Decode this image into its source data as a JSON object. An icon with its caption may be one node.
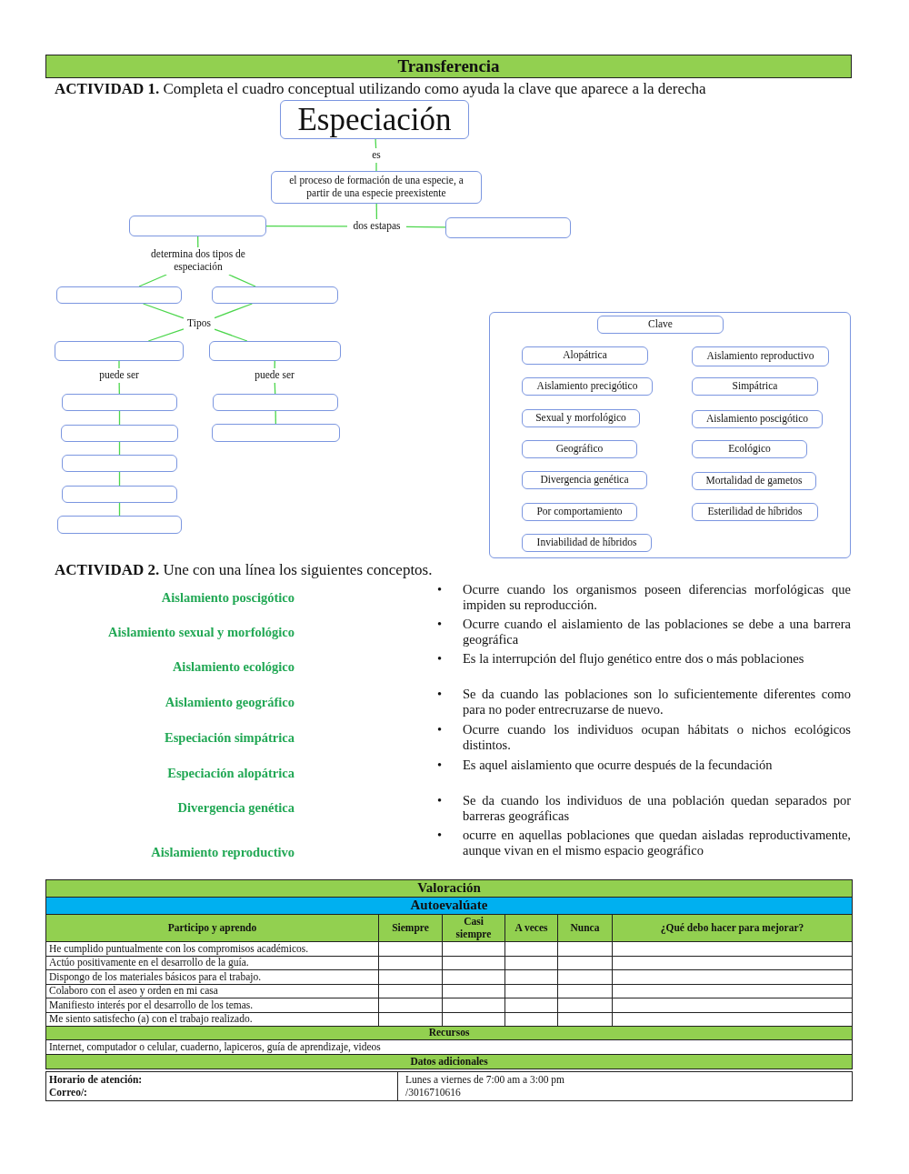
{
  "diagram": {
    "title": "Transferencia",
    "nodes": [
      {
        "text": [
          "Especiación"
        ]
      },
      {
        "text": [
          "es"
        ]
      },
      {
        "text": [
          "el proceso de formación de una especie, a partir de una especie preexistente"
        ]
      },
      {
        "text": [
          "dos estapas"
        ]
      },
      {
        "text": [],
        "shape": "box"
      },
      {
        "text": [],
        "shape": "box"
      },
      {
        "text": [
          "determina dos tipos de especiación"
        ]
      },
      {
        "text": [],
        "shape": "box"
      },
      {
        "text": [],
        "shape": "box"
      },
      {
        "text": [
          "Tipos"
        ]
      },
      {
        "text": [],
        "shape": "box"
      },
      {
        "text": [],
        "shape": "box"
      },
      {
        "text": [
          "puede ser"
        ]
      },
      {
        "text": [
          "puede ser"
        ]
      },
      {
        "text": [],
        "shape": "box"
      },
      {
        "text": [],
        "shape": "box"
      },
      {
        "text": [],
        "shape": "box"
      },
      {
        "text": [],
        "shape": "box"
      },
      {
        "text": [],
        "shape": "box"
      },
      {
        "text": [],
        "shape": "box"
      },
      {
        "text": [],
        "shape": "box"
      },
      {
        "text": [],
        "shape": "box"
      },
      {
        "text": [
          "Clave"
        ],
        "in": 21
      },
      {
        "text": [
          "Alopátrica"
        ],
        "in": 21
      },
      {
        "text": [
          "Aislamiento reproductivo"
        ],
        "in": 21
      },
      {
        "text": [
          "Aislamiento precigótico"
        ],
        "in": 21
      },
      {
        "text": [
          "Simpátrica"
        ],
        "in": 21
      },
      {
        "text": [
          "Sexual y morfológico"
        ],
        "in": 21
      },
      {
        "text": [
          "Aislamiento poscigótico"
        ],
        "in": 21
      },
      {
        "text": [
          "Geográfico"
        ],
        "in": 21
      },
      {
        "text": [
          "Ecológico"
        ],
        "in": 21
      },
      {
        "text": [
          "Divergencia genética"
        ],
        "in": 21
      },
      {
        "text": [
          "Mortalidad de gametos"
        ],
        "in": 21
      },
      {
        "text": [
          "Por comportamiento"
        ],
        "in": 21
      },
      {
        "text": [
          "Esterilidad de híbridos"
        ],
        "in": 21
      },
      {
        "text": [
          "Inviabilidad de híbridos"
        ],
        "in": 21
      }
    ],
    "edges": [
      {
        "from": 0,
        "to": 1,
        "arrow": "none"
      },
      {
        "from": 1,
        "to": 2,
        "arrow": "none"
      },
      {
        "from": 2,
        "to": 3,
        "arrow": "none"
      },
      {
        "from": 3,
        "to": 4,
        "arrow": "none"
      },
      {
        "from": 3,
        "to": 5,
        "arrow": "none"
      },
      {
        "from": 4,
        "to": 6,
        "arrow": "none"
      },
      {
        "from": 6,
        "to": 7,
        "arrow": "none"
      },
      {
        "from": 6,
        "to": 8,
        "arrow": "none"
      },
      {
        "from": 7,
        "to": 9,
        "arrow": "none"
      },
      {
        "from": 8,
        "to": 9,
        "arrow": "none"
      },
      {
        "from": 9,
        "to": 10,
        "arrow": "none"
      },
      {
        "from": 9,
        "to": 11,
        "arrow": "none"
      },
      {
        "from": 10,
        "to": 12,
        "arrow": "none"
      },
      {
        "from": 12,
        "to": 14,
        "arrow": "none"
      },
      {
        "from": 14,
        "to": 15,
        "arrow": "none"
      },
      {
        "from": 15,
        "to": 16,
        "arrow": "none"
      },
      {
        "from": 16,
        "to": 17,
        "arrow": "none"
      },
      {
        "from": 17,
        "to": 18,
        "arrow": "none"
      },
      {
        "from": 11,
        "to": 13,
        "arrow": "none"
      },
      {
        "from": 13,
        "to": 19,
        "arrow": "none"
      },
      {
        "from": 19,
        "to": 20,
        "arrow": "none"
      }
    ],
    "labels": [
      "**ACTIVIDAD 1.** Completa el cuadro conceptual utilizando como ayuda la clave que aparece a la derecha",
      "**ACTIVIDAD 2.** Une con una línea los siguientes conceptos.",
      "Aislamiento poscigótico",
      "•",
      "Ocurre cuando los organismos poseen diferencias morfológicas que impiden su reproducción.",
      "Aislamiento sexual y morfológico",
      "•",
      "Ocurre cuando el aislamiento de las poblaciones se debe a una barrera geográfica",
      "Aislamiento ecológico",
      "•",
      "Es la interrupción del flujo genético entre dos o más poblaciones",
      "Aislamiento geográfico",
      "•",
      "Se da cuando las poblaciones son lo suficientemente diferentes como para no poder entrecruzarse de nuevo.",
      "Especiación simpátrica",
      "•",
      "Ocurre cuando los individuos ocupan hábitats o nichos ecológicos distintos.",
      "Especiación alopátrica",
      "•",
      "Es aquel aislamiento que ocurre después de la fecundación",
      "Divergencia genética",
      "•",
      "Se da cuando los individuos de una población quedan separados por barreras geográficas",
      "Aislamiento reproductivo",
      "•",
      "ocurre en aquellas poblaciones que quedan aisladas reproductivamente, aunque vivan en el mismo espacio geográfico",
      "Valoración",
      "Autoevalúate",
      "Participo y aprendo",
      "Siempre",
      "Casi siempre",
      "A veces",
      "Nunca",
      "¿Qué debo hacer para mejorar?",
      "He cumplido puntualmente con los compromisos académicos.",
      "Actúo positivamente en el desarrollo de la guía.",
      "Dispongo de los materiales básicos para el trabajo.",
      "Colaboro con el aseo y orden en mi casa",
      "Manifiesto interés por el desarrollo de los temas.",
      "Me siento satisfecho (a) con el trabajo realizado.",
      "Recursos",
      "Internet, computador o celular, cuaderno, lapiceros, guía de aprendizaje, videos",
      "Datos adicionales",
      "Horario de atención:",
      "Correo/:",
      "Lunes a viernes de 7:00 am a 3:00 pm",
      "/3016710616"
    ]
  }
}
